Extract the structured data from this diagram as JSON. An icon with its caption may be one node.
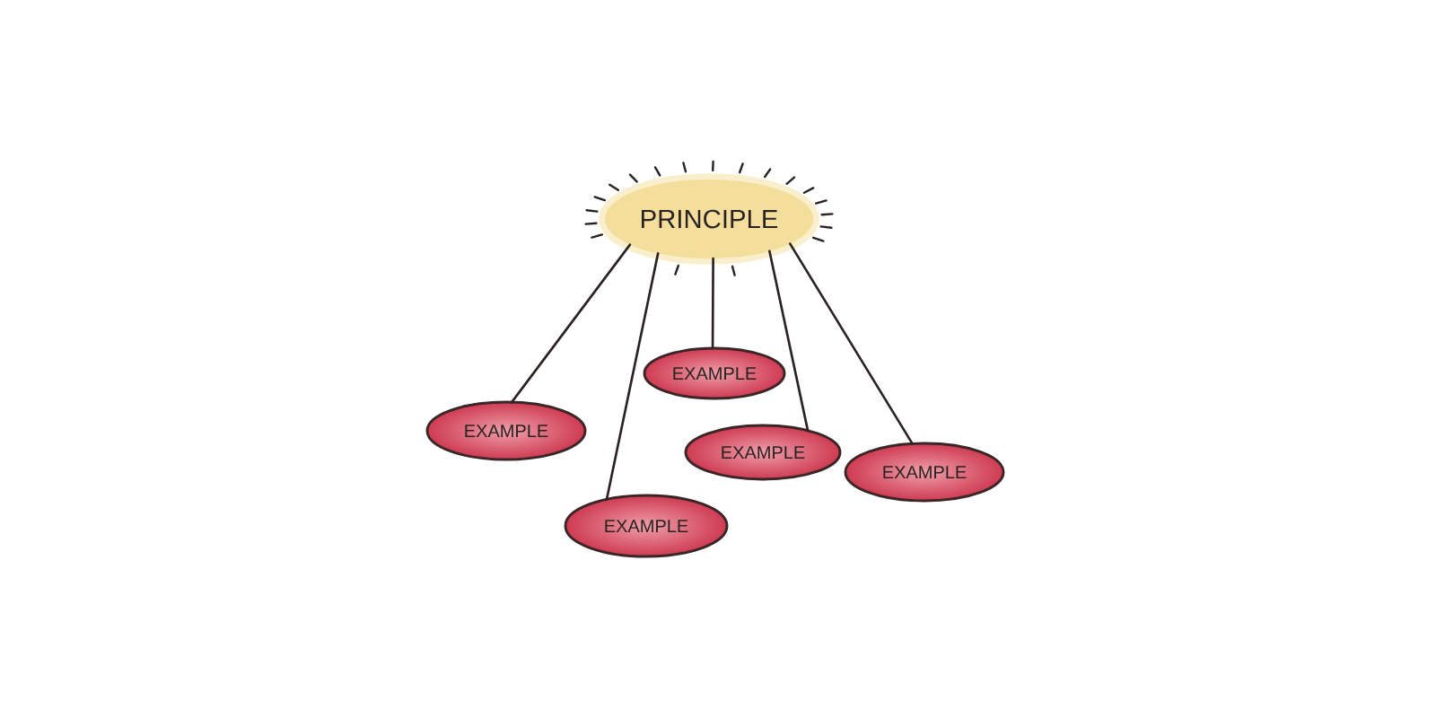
{
  "diagram": {
    "nodes": [
      {
        "text": [
          "PRINCIPLE"
        ]
      },
      {
        "text": [
          "EXAMPLE"
        ]
      },
      {
        "text": [
          "EXAMPLE"
        ]
      },
      {
        "text": [
          "EXAMPLE"
        ]
      },
      {
        "text": [
          "EXAMPLE"
        ]
      },
      {
        "text": [
          "EXAMPLE"
        ]
      }
    ],
    "edges": [
      {
        "from": 0,
        "to": 1,
        "arrow": "none"
      },
      {
        "from": 0,
        "to": 2,
        "arrow": "none"
      },
      {
        "from": 0,
        "to": 3,
        "arrow": "none"
      },
      {
        "from": 0,
        "to": 4,
        "arrow": "none"
      },
      {
        "from": 0,
        "to": 5,
        "arrow": "none"
      }
    ]
  }
}
